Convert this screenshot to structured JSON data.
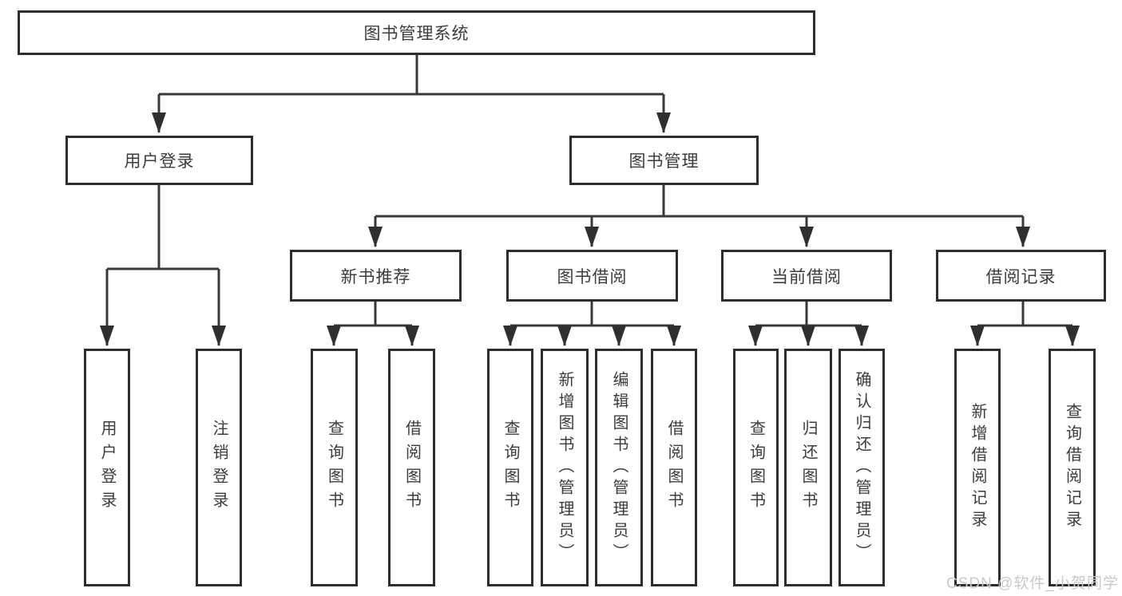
{
  "diagram": {
    "root": {
      "label": "图书管理系统"
    },
    "children": [
      {
        "label": "用户登录",
        "children": [
          {
            "label": "用户登录"
          },
          {
            "label": "注销登录"
          }
        ]
      },
      {
        "label": "图书管理",
        "children": [
          {
            "label": "新书推荐",
            "children": [
              {
                "label": "查询图书"
              },
              {
                "label": "借阅图书"
              }
            ]
          },
          {
            "label": "图书借阅",
            "children": [
              {
                "label": "查询图书"
              },
              {
                "label": "新增图书（管理员）"
              },
              {
                "label": "编辑图书（管理员）"
              },
              {
                "label": "借阅图书"
              }
            ]
          },
          {
            "label": "当前借阅",
            "children": [
              {
                "label": "查询图书"
              },
              {
                "label": "归还图书"
              },
              {
                "label": "确认归还（管理员）"
              }
            ]
          },
          {
            "label": "借阅记录",
            "children": [
              {
                "label": "新增借阅记录"
              },
              {
                "label": "查询借阅记录"
              }
            ]
          }
        ]
      }
    ]
  },
  "colors": {
    "line": "#383838",
    "border": "#2d2d2d",
    "text": "#3b3b40",
    "watermark": "#c9c9c9"
  },
  "watermark": "CSDN @软件_小贺同学"
}
